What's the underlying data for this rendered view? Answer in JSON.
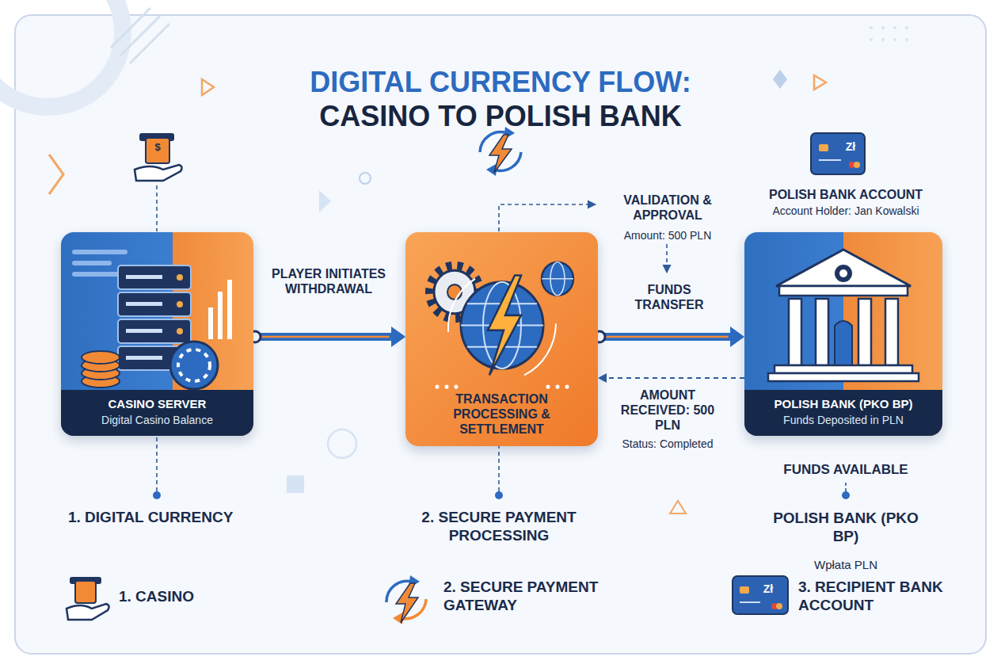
{
  "diagram": {
    "title": "DIGITAL CURRENCY FLOW: CASINO TO POLISH BANK",
    "nodes": [
      {
        "text": [
          "CASINO SERVER",
          "Digital Casino Balance"
        ]
      },
      {
        "text": [
          "TRANSACTION PROCESSING & SETTLEMENT"
        ]
      },
      {
        "text": [
          "POLISH BANK (PKO BP)",
          "Funds Deposited in PLN"
        ]
      }
    ],
    "edges": [
      {
        "from": 0,
        "to": 1,
        "arrow": "to",
        "label": "PLAYER INITIATES WITHDRAWAL"
      },
      {
        "from": 1,
        "to": 2,
        "arrow": "to",
        "label": "FUNDS TRANSFER"
      },
      {
        "from": 2,
        "to": 1,
        "arrow": "to",
        "label": "AMOUNT RECEIVED: 500 PLN"
      }
    ],
    "labels": [
      "$",
      "VALIDATION & APPROVAL",
      "Amount: 500 PLN",
      "Status: Completed",
      "Zł",
      "POLISH BANK ACCOUNT",
      "Account Holder: Jan Kowalski",
      "1. DIGITAL CURRENCY",
      "2. SECURE PAYMENT PROCESSING",
      "FUNDS AVAILABLE",
      "POLISH BANK (PKO BP)",
      "Wpłata PLN",
      "1. CASINO",
      "2. SECURE PAYMENT GATEWAY",
      "Zł",
      "3. RECIPIENT BANK ACCOUNT"
    ]
  }
}
